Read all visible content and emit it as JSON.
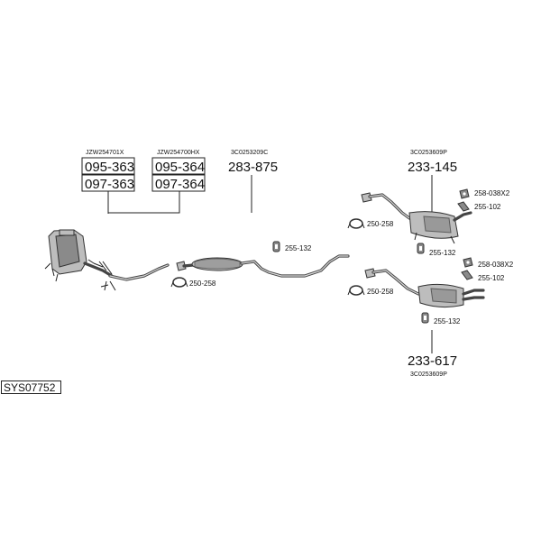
{
  "system_code": "SYS07752",
  "groups": [
    {
      "oe_ref": "JZW254701X",
      "parts": [
        "095-363",
        "097-363"
      ]
    },
    {
      "oe_ref": "JZW254700HX",
      "parts": [
        "095-364",
        "097-364"
      ]
    },
    {
      "oe_ref": "3C0253209C",
      "parts": [
        "283-875"
      ]
    },
    {
      "oe_ref": "3C0253609P",
      "parts": [
        "233-145"
      ]
    },
    {
      "oe_ref": "3C0253609P",
      "parts": [
        "233-617"
      ]
    }
  ],
  "small_parts": {
    "rear_a_bracket": "258-038X2",
    "rear_a_rubber_top": "255-102",
    "rear_a_clamp": "250-258",
    "rear_a_rubber_bottom": "255-132",
    "rear_b_bracket": "258-038X2",
    "rear_b_rubber_top": "255-102",
    "rear_b_clamp": "250-258",
    "rear_b_rubber_bottom": "255-132",
    "middle_rubber": "255-132",
    "front_clamp": "250-258"
  }
}
